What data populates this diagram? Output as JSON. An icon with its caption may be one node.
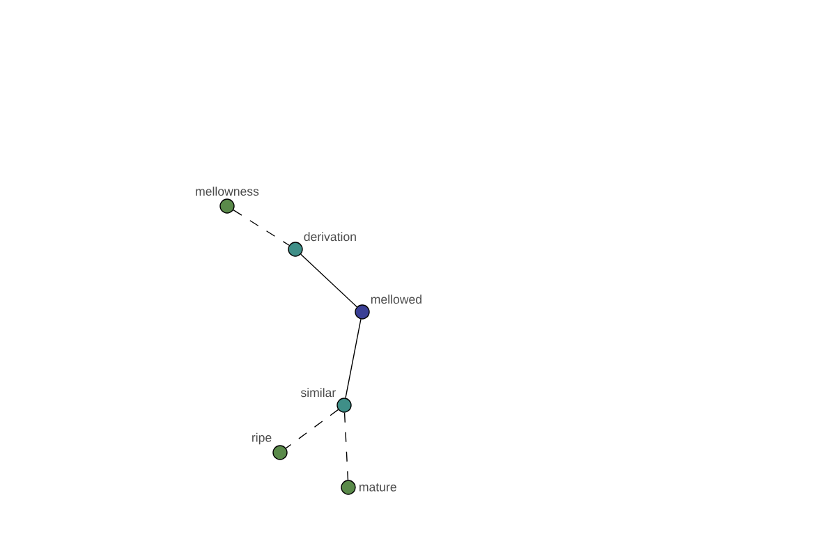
{
  "diagram": {
    "nodes": [
      {
        "text": [
          "mellowness"
        ]
      },
      {
        "text": [
          "derivation"
        ]
      },
      {
        "text": [
          "mellowed"
        ]
      },
      {
        "text": [
          "similar"
        ]
      },
      {
        "text": [
          "ripe"
        ]
      },
      {
        "text": [
          "mature"
        ]
      }
    ],
    "edges": [
      {
        "from": 0,
        "to": 1,
        "arrow": "none",
        "style": "dashed"
      },
      {
        "from": 1,
        "to": 2,
        "arrow": "none"
      },
      {
        "from": 2,
        "to": 3,
        "arrow": "none"
      },
      {
        "from": 3,
        "to": 4,
        "arrow": "none",
        "style": "dashed"
      },
      {
        "from": 3,
        "to": 5,
        "arrow": "none",
        "style": "dashed"
      }
    ]
  }
}
